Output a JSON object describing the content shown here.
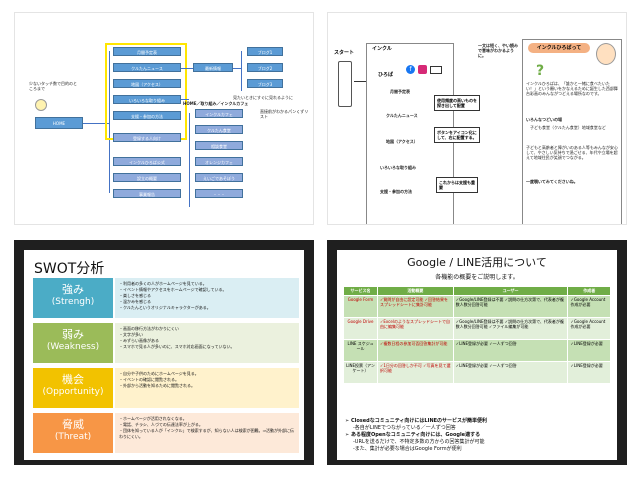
{
  "slide1": {
    "left_note": "少ないタッチ数で目的のところまで",
    "home_label": "HOME",
    "col1": [
      "月間予定表",
      "クルたんニュース",
      "地図（アクセス）",
      "いろいろな取り組み",
      "支援・参加の方法"
    ],
    "col1b": [
      "登録する人向け",
      "インクルひろば公式",
      "設立の概要",
      "事業報告"
    ],
    "center_mid": "最新情報",
    "blog": [
      "ブログ1",
      "ブログ2",
      "ブログ3"
    ],
    "note_right1": "見たいときにすぐに見れるように",
    "note_right2": "直接前がわかるパンくずリスト",
    "breadcrumb": "HOME／取り組み／インクルカフェ",
    "col3": [
      "インクルカフェ",
      "クルたん食堂",
      "相談食堂",
      "オレンジカフェ",
      "えいごであそぼう",
      "・・・"
    ]
  },
  "slide2": {
    "start_label": "スタート",
    "logo_line1": "インクル",
    "logo_line2": "ひろば",
    "menu": [
      "月間予定表",
      "クルたんニュース",
      "地図（アクセス）",
      "いろいろな取り組み",
      "支援・参加の方法"
    ],
    "callout1": "使用頻度の高いものを探き出して配置",
    "callout2": "ボタンをアイコン化にして、右に配置する。",
    "callout3": "これからは支援も重要",
    "top_note": "一文は短く、やい読みで意味がわかるように。",
    "banner": "インクルひろばって",
    "body1": "インクルひろばは、「誰かと一緒に食べたいたい！」という願いをかなえるために誕生した西部舞台彩画のみんながつどえる場所なのです。",
    "body2": "いろんなつどいの場",
    "body3": "子ども食堂（クルたん食堂）地域食堂など",
    "body4": "子どもと高齢者と障がいのある人等もみんなが安心して、やさしい気持ちで過ごせる、年代や立場を超えて地域住民が笑顔でつながる。",
    "body5": "一度覗いてみてくださいね。"
  },
  "swot": {
    "title": "SWOT分析",
    "rows": [
      {
        "jp": "強み",
        "en": "(Strengh)",
        "color": "#4bacc6",
        "bg": "#daeef3",
        "items": [
          "・利用者の多くの人がホームページを見ている。",
          "・イベント情報やアクセスをホームページで確認している。",
          "・楽しさを感じる",
          "・温かみを感じる",
          "・クルたんというオリジナルキャラクターがある。"
        ]
      },
      {
        "jp": "弱み",
        "en": "(Weakness)",
        "color": "#9bbb59",
        "bg": "#ebf1de",
        "items": [
          "・画面の移行方法がわかりにくい",
          "・文字が多い",
          "・みずらい画像がある",
          "・スマホで見る人が多いのに、スマホ対応画面になっていない。"
        ]
      },
      {
        "jp": "機会",
        "en": "(Opportunity)",
        "color": "#f2c200",
        "bg": "#fff2cc",
        "items": [
          "・自分や子供のためにホームページを見る。",
          "・イベントの確認に閲覧される。",
          "・外部から活動を知るために閲覧される。"
        ]
      },
      {
        "jp": "脅威",
        "en": "(Threat)",
        "color": "#f79646",
        "bg": "#fde9d9",
        "items": [
          "・ホームページが活用されなくなる。",
          "・電話、チラシ、人づての伝達法率が上がる。",
          "・団体を知っている人が「インクル」で検索するが、知らない人は検索が困難。⇒活動が外部に伝わりにくい。"
        ]
      }
    ]
  },
  "gl": {
    "title": "Google / LINE活用について",
    "subtitle": "各機能の概要をご説明します。",
    "headers": [
      "サービス名",
      "活動概要",
      "ユーザー",
      "作成者"
    ],
    "rows": [
      {
        "name": "Google Form",
        "c1": "✓質問が自由に設定可能 ✓回答結果をスプレッドシートに集計可能",
        "c2": "✓Google/LINE登録は不要 ✓説問の仕方次第で、代表者が複数人数分回答可能",
        "c3": "✓Google Account作成が必要"
      },
      {
        "name": "Google Drive",
        "c1": "✓Excelのようなスプレッドシートで自由に編集可能",
        "c2": "✓Google/LINE登録は不要 ✓説問の仕方次第で、代表者が複数人数分回答可能 ✓ファイル編集が可能",
        "c3": "✓Google Account作成が必要"
      },
      {
        "name": "LINE スケジュール",
        "c1": "✓複数日程の参加可否回答集計が可能",
        "c2": "✓LINE登録が必要 ✓一人ずつ回答",
        "c3": "✓LINE登録が必要"
      },
      {
        "name": "LINE投票（アンケート）",
        "c1": "✓1日分の回答しか不可 ✓写真を見て選択可能",
        "c2": "✓LINE登録が必要 ✓一人ずつ回答",
        "c3": "✓LINE登録が必要"
      }
    ],
    "bullet1": "Closedなコミュニティ向けにはLINEのサービスが簡単便利",
    "bullet1b": "-各自がLINEでつながっている／一人ずつ回答",
    "bullet2": "ある程度Openなコミュニティ向けには、Google適する",
    "bullet2b": "-URLを送るだけで、不特定多数の方からの回答集計が可能",
    "bullet2c": "-また、集計が必要な場合はGoogle Formが便利"
  }
}
